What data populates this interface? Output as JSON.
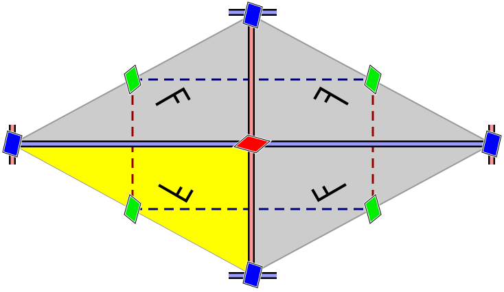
{
  "diagram": {
    "colors": {
      "background": "#ffffff",
      "cell_fill": "#cccccc",
      "cell_edge": "#999999",
      "highlight_fill": "#ffff00",
      "axis_line": "#000000",
      "horizontal_mirror": "#9999ff",
      "vertical_mirror": "#ff9999",
      "glide_horizontal": "#000080",
      "glide_vertical": "#990000",
      "rotation_center_2fold": "#0000ff",
      "rotation_center_green": "#00ee00",
      "rotation_center_red": "#ff0000",
      "motif": "#000000"
    },
    "marker_types": [
      "blue-rhombus-center",
      "green-rhombus-center",
      "red-rhombus-center"
    ],
    "motif_glyph": "F",
    "motif_count": 4
  }
}
